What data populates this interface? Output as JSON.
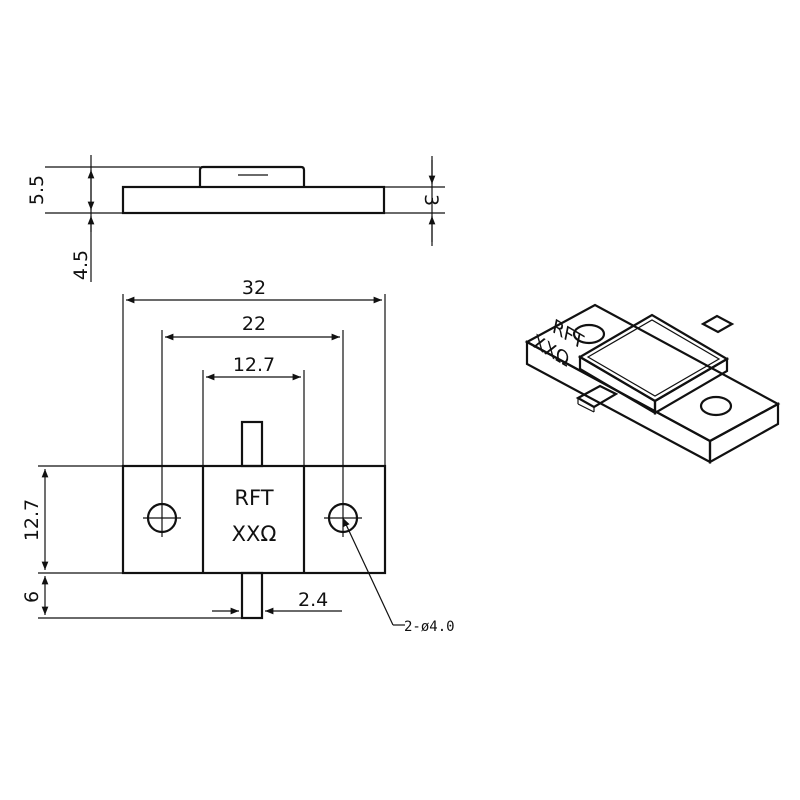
{
  "side_view": {
    "dim_total_height": "5.5",
    "dim_flange_bottom": "4.5",
    "dim_flange_thickness": "3"
  },
  "top_view": {
    "dim_overall_width": "32",
    "dim_hole_spacing": "22",
    "dim_body_width": "12.7",
    "dim_body_height": "12.7",
    "dim_tab_length": "6",
    "dim_tab_width": "2.4",
    "body_label_line1": "RFT",
    "body_label_line2": "XXΩ",
    "hole_note": "2-ø4.0"
  },
  "iso_view": {
    "label_line1": "RFT",
    "label_line2": "XXΩ"
  },
  "colors": {
    "line": "#111111",
    "background": "#ffffff"
  }
}
